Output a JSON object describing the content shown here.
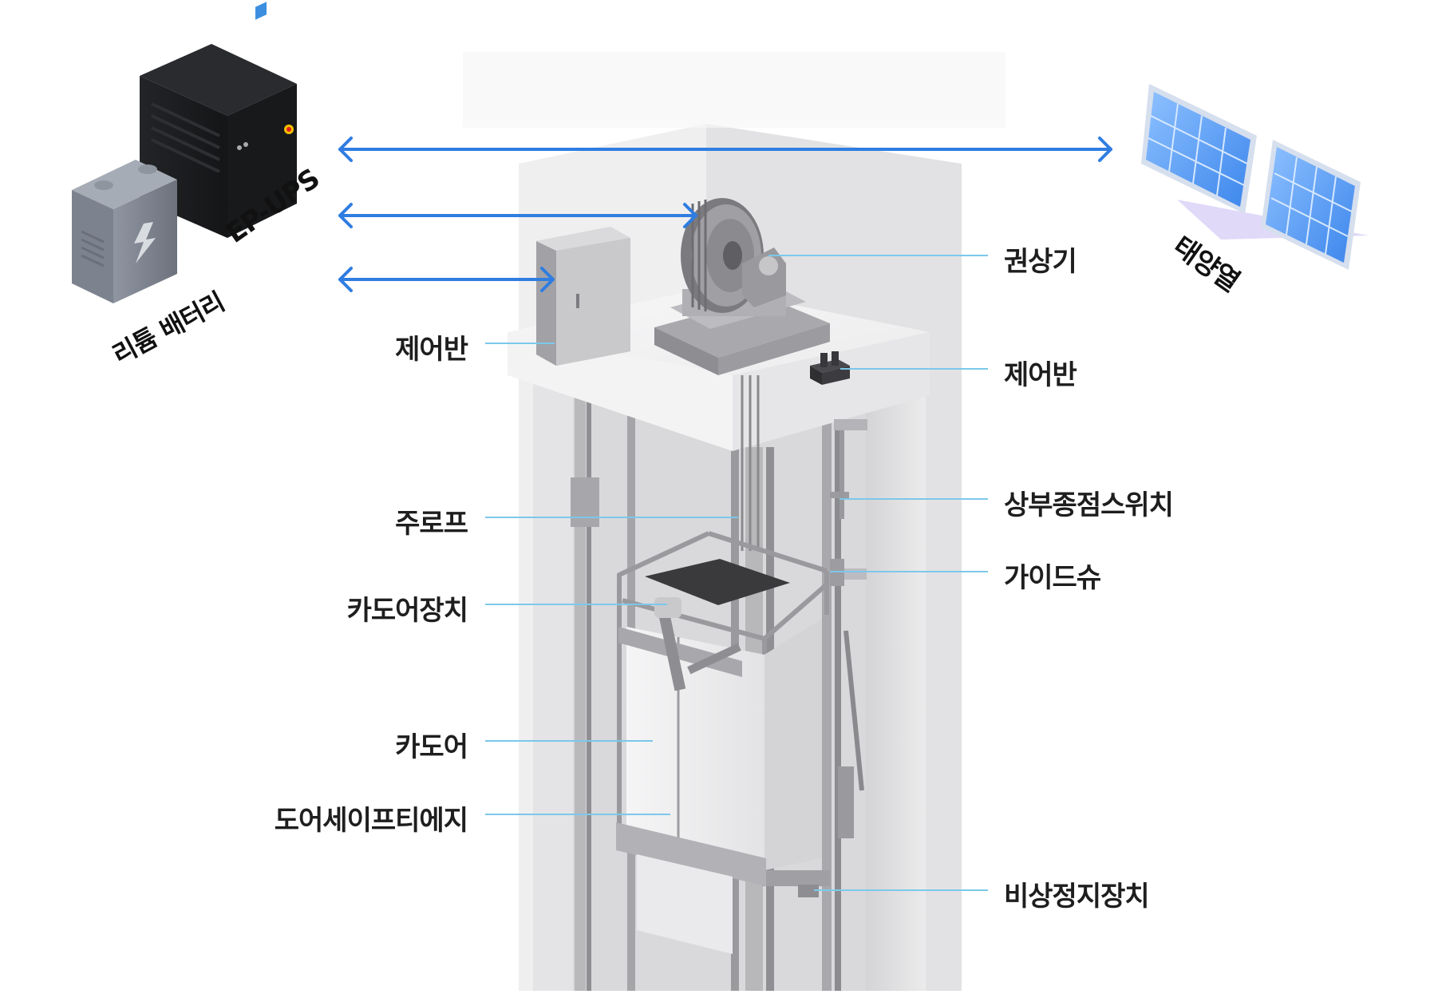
{
  "devices": {
    "battery_label": "리튬 배터리",
    "ups_label": "EP-UPS",
    "solar_label": "태양열"
  },
  "labels_left": {
    "control_panel": "제어반",
    "main_rope": "주로프",
    "car_door_device": "카도어장치",
    "car_door": "카도어",
    "door_safety_edge": "도어세이프티에지"
  },
  "labels_right": {
    "hoist": "권상기",
    "control_panel": "제어반",
    "upper_limit_switch": "상부종점스위치",
    "guide_shoe": "가이드슈",
    "emergency_stop": "비상정지장치"
  },
  "colors": {
    "arrow": "#2f7de1",
    "leader": "#7cc8ea",
    "label_text": "#1e1e1e"
  }
}
